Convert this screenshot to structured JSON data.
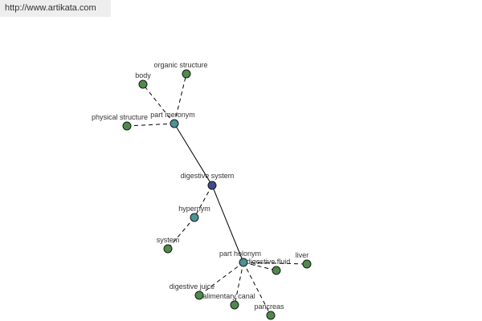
{
  "site_url": "http://www.artikata.com",
  "colors": {
    "root": "#3f4a8c",
    "relation": "#4a9396",
    "leaf": "#4f8a4a"
  },
  "diagram": {
    "nodes": [
      {
        "id": "root",
        "label": "digestive system",
        "kind": "root"
      },
      {
        "id": "pm",
        "label": "part meronym",
        "kind": "relation"
      },
      {
        "id": "hyp",
        "label": "hypernym",
        "kind": "relation"
      },
      {
        "id": "ph",
        "label": "part holonym",
        "kind": "relation"
      },
      {
        "id": "organic",
        "label": "organic structure",
        "kind": "leaf"
      },
      {
        "id": "body",
        "label": "body",
        "kind": "leaf"
      },
      {
        "id": "physical",
        "label": "physical structure",
        "kind": "leaf"
      },
      {
        "id": "system",
        "label": "system",
        "kind": "leaf"
      },
      {
        "id": "liver",
        "label": "liver",
        "kind": "leaf"
      },
      {
        "id": "fluid",
        "label": "digestive fluid",
        "kind": "leaf"
      },
      {
        "id": "juice",
        "label": "digestive juice",
        "kind": "leaf"
      },
      {
        "id": "canal",
        "label": "alimentary canal",
        "kind": "leaf"
      },
      {
        "id": "pancreas",
        "label": "pancreas",
        "kind": "leaf"
      }
    ],
    "edges": [
      {
        "from": "root",
        "to": "pm",
        "style": "solid"
      },
      {
        "from": "root",
        "to": "hyp",
        "style": "dashed"
      },
      {
        "from": "root",
        "to": "ph",
        "style": "solid"
      },
      {
        "from": "pm",
        "to": "organic",
        "style": "dashed"
      },
      {
        "from": "pm",
        "to": "body",
        "style": "dashed"
      },
      {
        "from": "pm",
        "to": "physical",
        "style": "dashed"
      },
      {
        "from": "hyp",
        "to": "system",
        "style": "dashed"
      },
      {
        "from": "ph",
        "to": "liver",
        "style": "dashed"
      },
      {
        "from": "ph",
        "to": "fluid",
        "style": "dashed"
      },
      {
        "from": "ph",
        "to": "juice",
        "style": "dashed"
      },
      {
        "from": "ph",
        "to": "canal",
        "style": "dashed"
      },
      {
        "from": "ph",
        "to": "pancreas",
        "style": "dashed"
      }
    ]
  }
}
